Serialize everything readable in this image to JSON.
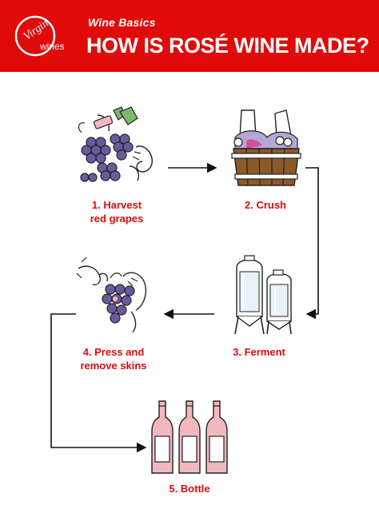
{
  "brand": {
    "logo_text_1": "Virgin",
    "logo_text_2": "wines"
  },
  "header": {
    "subtitle": "Wine Basics",
    "title": "HOW IS ROSÉ WINE MADE?"
  },
  "steps": [
    {
      "label_line1": "1. Harvest",
      "label_line2": "red grapes",
      "icon": "grapes-hand-icon"
    },
    {
      "label_line1": "2. Crush",
      "label_line2": "",
      "icon": "crush-barrel-icon"
    },
    {
      "label_line1": "3. Ferment",
      "label_line2": "",
      "icon": "fermentation-tanks-icon"
    },
    {
      "label_line1": "4. Press and",
      "label_line2": "remove skins",
      "icon": "press-grapes-icon"
    },
    {
      "label_line1": "5. Bottle",
      "label_line2": "",
      "icon": "wine-bottles-icon"
    }
  ],
  "colors": {
    "brand_red": "#e10a0a",
    "grape_purple": "#6b5a9e",
    "rose_pink": "#f2b8c0",
    "leaf_green": "#7bb86f",
    "barrel_brown": "#8a5a2b"
  }
}
